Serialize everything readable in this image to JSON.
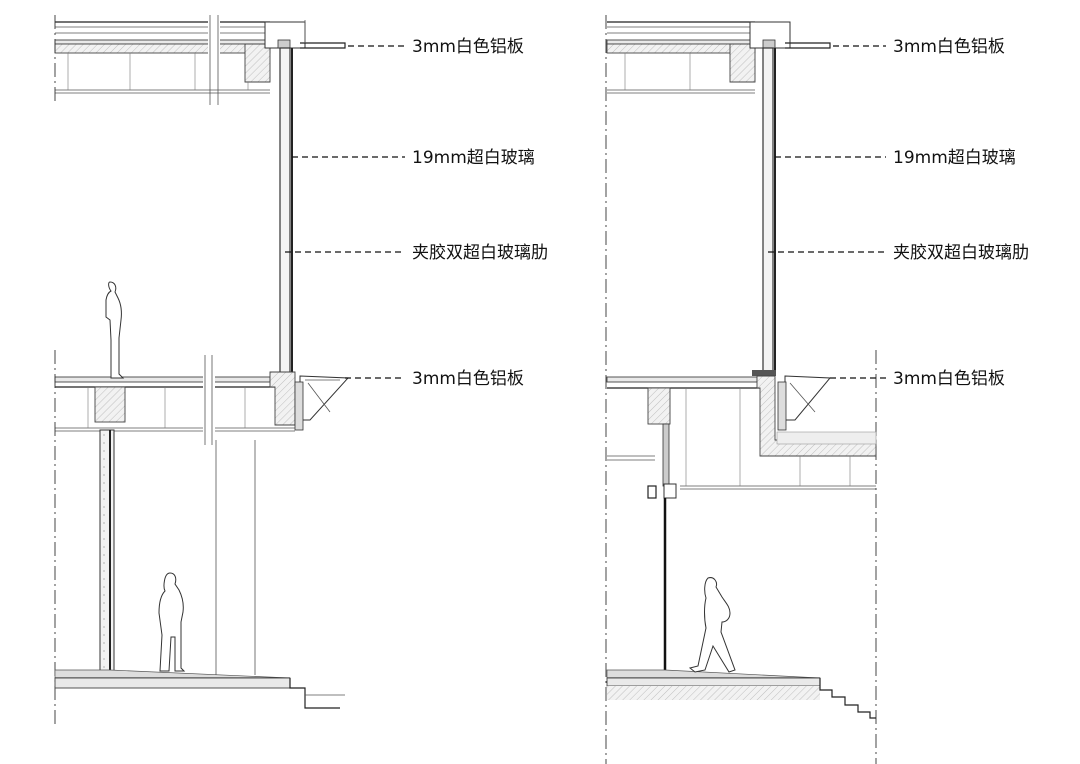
{
  "left_section": {
    "labels": [
      "3mm白色铝板",
      "19mm超白玻璃",
      "夹胶双超白玻璃肋",
      "3mm白色铝板"
    ]
  },
  "right_section": {
    "labels": [
      "3mm白色铝板",
      "19mm超白玻璃",
      "夹胶双超白玻璃肋",
      "3mm白色铝板"
    ]
  }
}
